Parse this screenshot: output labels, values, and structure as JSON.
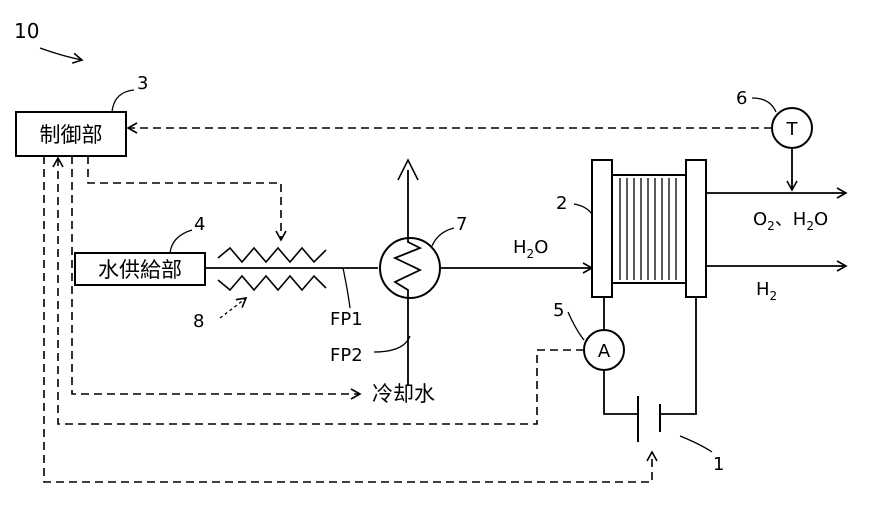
{
  "system_ref": "10",
  "controller": {
    "ref": "3",
    "label": "制御部"
  },
  "water_supply": {
    "ref": "4",
    "label": "水供給部"
  },
  "valve": {
    "ref": "8"
  },
  "heat_exchanger": {
    "ref": "7"
  },
  "stack": {
    "ref": "2"
  },
  "ammeter": {
    "ref": "5",
    "symbol": "A"
  },
  "thermometer": {
    "ref": "6",
    "symbol": "T"
  },
  "power_source": {
    "ref": "1"
  },
  "flow_labels": {
    "fp1": "FP1",
    "fp2": "FP2",
    "coolant": "冷却水",
    "inlet_h2o_main": "H",
    "inlet_h2o_sub": "2",
    "inlet_h2o_tail": "O",
    "outlet1_a": "O",
    "outlet1_a_sub": "2",
    "outlet1_b": "、H",
    "outlet1_b_sub": "2",
    "outlet1_c": "O",
    "outlet2_a": "H",
    "outlet2_a_sub": "2"
  },
  "colors": {
    "line": "#000000",
    "background": "#ffffff"
  }
}
